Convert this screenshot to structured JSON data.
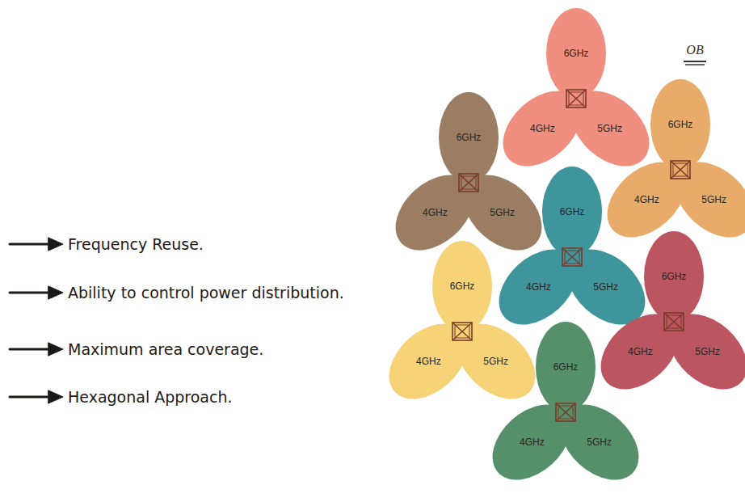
{
  "diagram": {
    "nodes": [
      {
        "text": [
          "6GHz"
        ]
      },
      {
        "text": [
          "4GHz"
        ]
      },
      {
        "text": [
          "5GHz"
        ]
      },
      {
        "text": [
          "6GHz"
        ]
      },
      {
        "text": [
          "4GHz"
        ]
      },
      {
        "text": [
          "5GHz"
        ]
      },
      {
        "text": [
          "6GHz"
        ]
      },
      {
        "text": [
          "4GHz"
        ]
      },
      {
        "text": [
          "5GHz"
        ]
      },
      {
        "text": [
          "6GHz"
        ]
      },
      {
        "text": [
          "4GHz"
        ]
      },
      {
        "text": [
          "5GHz"
        ]
      },
      {
        "text": [
          "6GHz"
        ]
      },
      {
        "text": [
          "4GHz"
        ]
      },
      {
        "text": [
          "5GHz"
        ]
      },
      {
        "text": [
          "6GHz"
        ]
      },
      {
        "text": [
          "4GHz"
        ]
      },
      {
        "text": [
          "5GHz"
        ]
      },
      {
        "text": [
          "6GHz"
        ]
      },
      {
        "text": [
          "4GHz"
        ]
      },
      {
        "text": [
          "5GHz"
        ]
      }
    ],
    "labels": [
      "Frequency Reuse.",
      "Ability to control power distribution.",
      "Maximum area coverage.",
      "Hexagonal Approach.",
      "OB"
    ]
  }
}
